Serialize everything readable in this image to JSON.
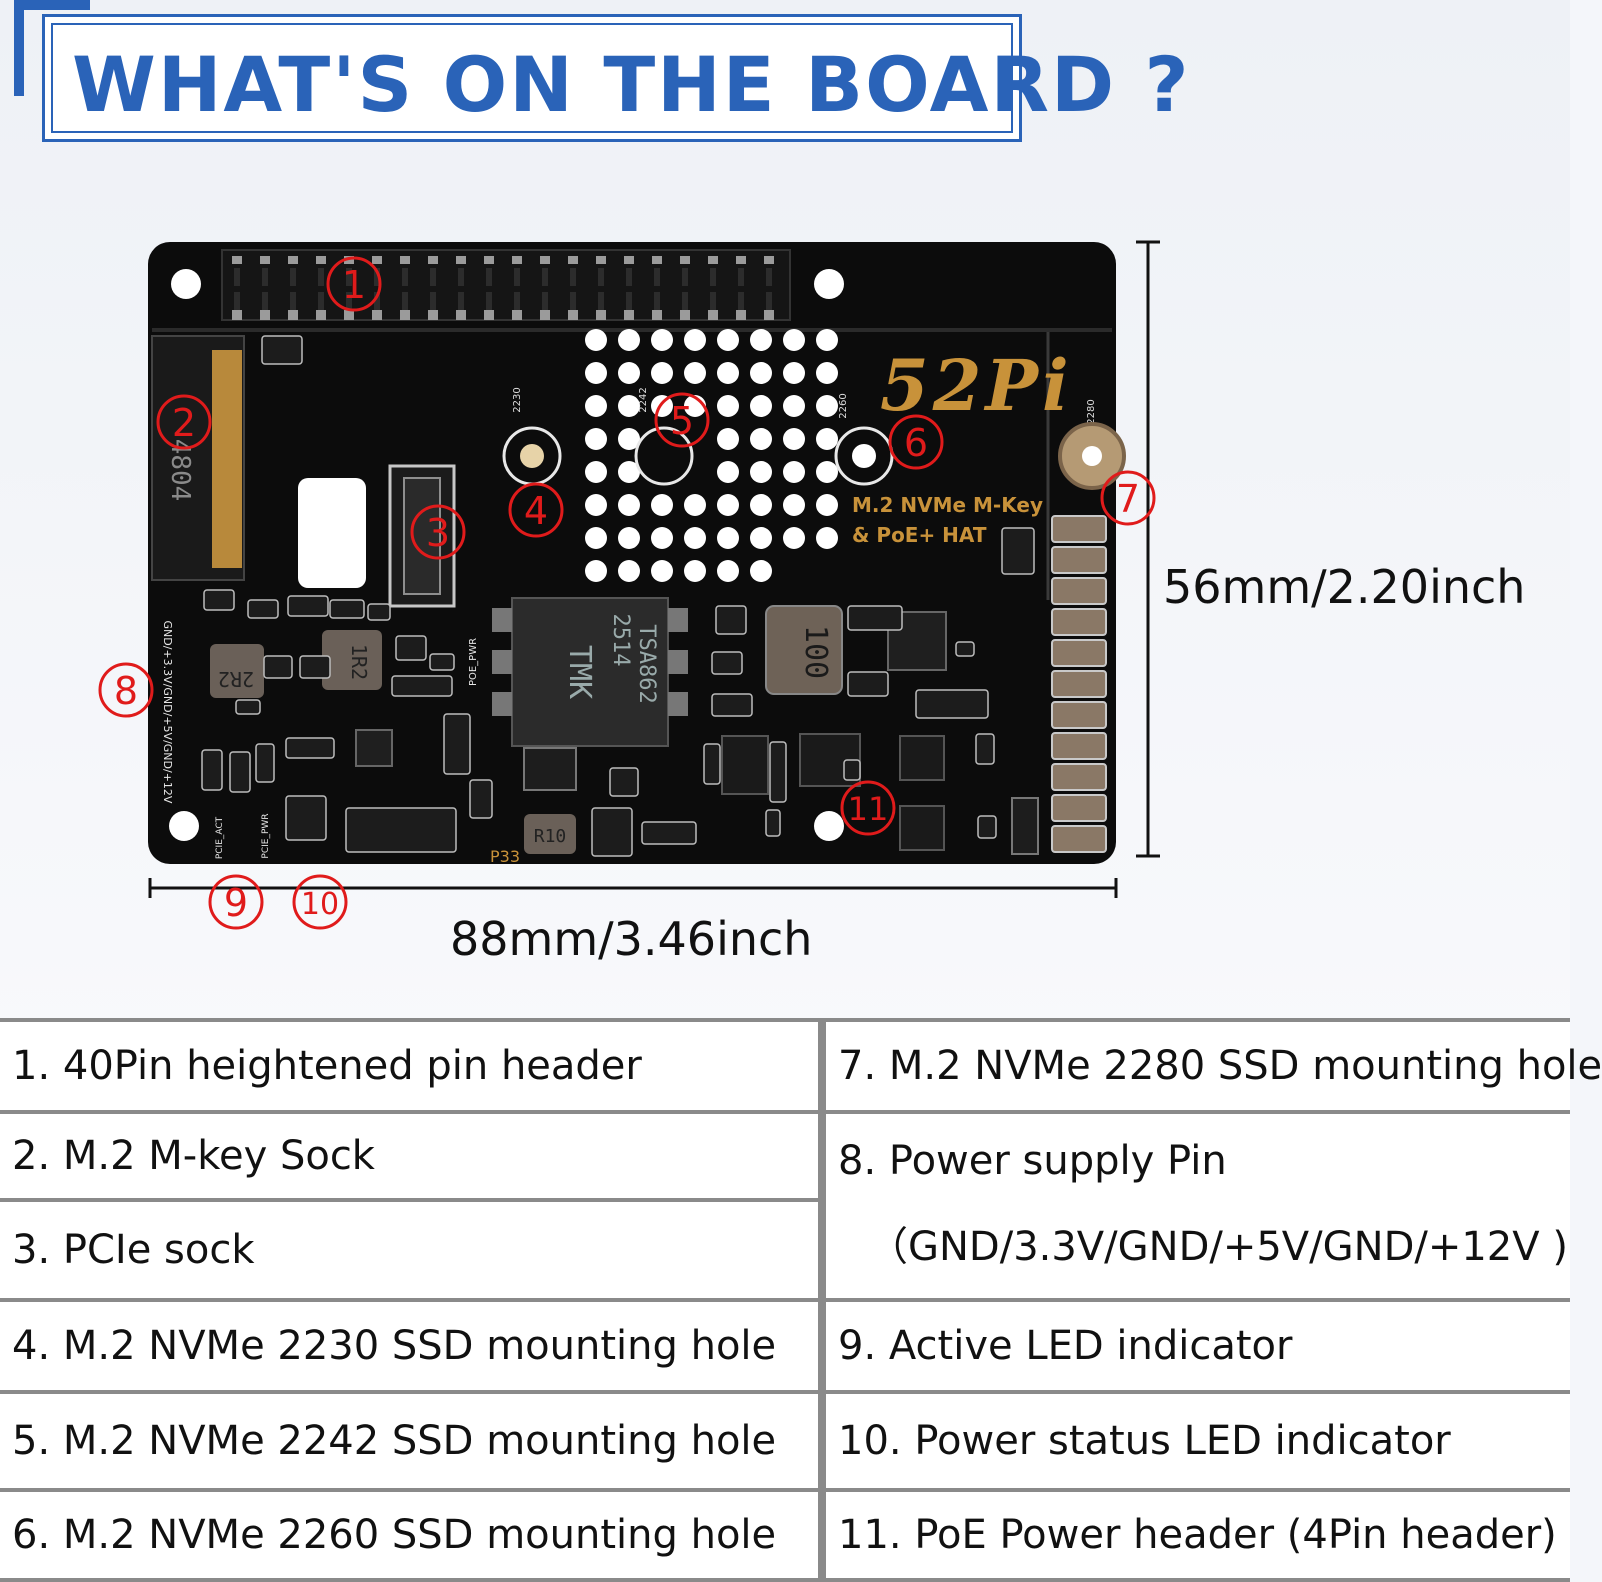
{
  "title": "WHAT'S ON THE BOARD ?",
  "board": {
    "brand": "52Pi",
    "label_line1": "M.2 NVMe M-Key",
    "label_line2": "& PoE+ HAT",
    "silk": {
      "s2230": "2230",
      "s2242": "2242",
      "s2260": "2260",
      "s2280": "2280",
      "chip_main": "TMK",
      "chip_code1": "2514",
      "chip_code2": "TSA862",
      "inductor": "100",
      "inductor2": "2R2",
      "inductor3": "1R2",
      "inductor4": "R10",
      "p33": "P33",
      "power_pins": "GND/+3.3V/GND/+5V/GND/+12V",
      "poe_pwr": "POE_PWR",
      "pcie_act": "PCIE_ACT",
      "pcie_pwr": "PCIE_PWR",
      "m2_code": "4804"
    },
    "callouts": [
      "1",
      "2",
      "3",
      "4",
      "5",
      "6",
      "7",
      "8",
      "9",
      "10",
      "11"
    ]
  },
  "dimensions": {
    "width": "88mm/3.46inch",
    "height": "56mm/2.20inch"
  },
  "legend": [
    {
      "left": "1. 40Pin heightened pin header",
      "right": "7. M.2 NVMe 2280 SSD mounting hole"
    },
    {
      "left": "2. M.2 M-key Sock",
      "right": "8. Power supply Pin"
    },
    {
      "left": "3. PCIe sock",
      "right": "（GND/3.3V/GND/+5V/GND/+12V )"
    },
    {
      "left": "4. M.2 NVMe 2230 SSD mounting hole",
      "right": "9. Active LED indicator"
    },
    {
      "left": "5. M.2 NVMe 2242 SSD mounting hole",
      "right": "10. Power status LED indicator"
    },
    {
      "left": "6. M.2 NVMe 2260 SSD mounting hole",
      "right": "11. PoE Power header (4Pin header)"
    }
  ],
  "colors": {
    "accent": "#2a63b8",
    "callout": "#e01b1b",
    "pcb": "#0c0c0c",
    "gold": "#c8923a"
  }
}
